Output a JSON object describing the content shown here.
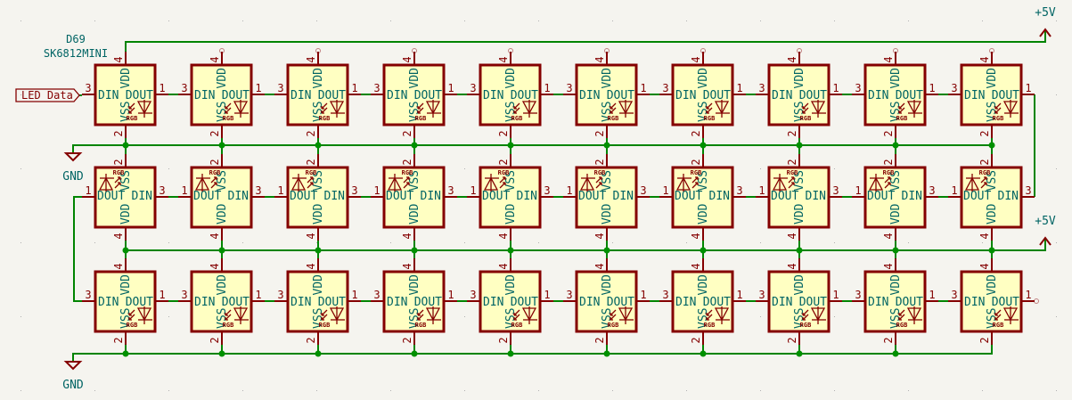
{
  "schematic": {
    "reference": "D69",
    "value": "SK6812MINI",
    "global_label": "LED Data",
    "power": {
      "vcc_label": "+5V",
      "gnd_label": "GND"
    },
    "colors": {
      "wire": "#008400",
      "pin": "#840000",
      "body_fill": "#ffffc2",
      "text": "#006464",
      "background": "#f5f4ef"
    },
    "part_pins": {
      "din": {
        "name": "DIN",
        "number": "3"
      },
      "dout": {
        "name": "DOUT",
        "number": "1"
      },
      "vdd": {
        "name": "VDD",
        "number": "4"
      },
      "vss": {
        "name": "VSS",
        "number": "2"
      },
      "led_tag": "RGB"
    },
    "rows": [
      {
        "orientation": "normal",
        "count": 10,
        "direction": "left-to-right"
      },
      {
        "orientation": "mirrored",
        "count": 10,
        "direction": "right-to-left"
      },
      {
        "orientation": "normal",
        "count": 10,
        "direction": "left-to-right"
      }
    ]
  }
}
